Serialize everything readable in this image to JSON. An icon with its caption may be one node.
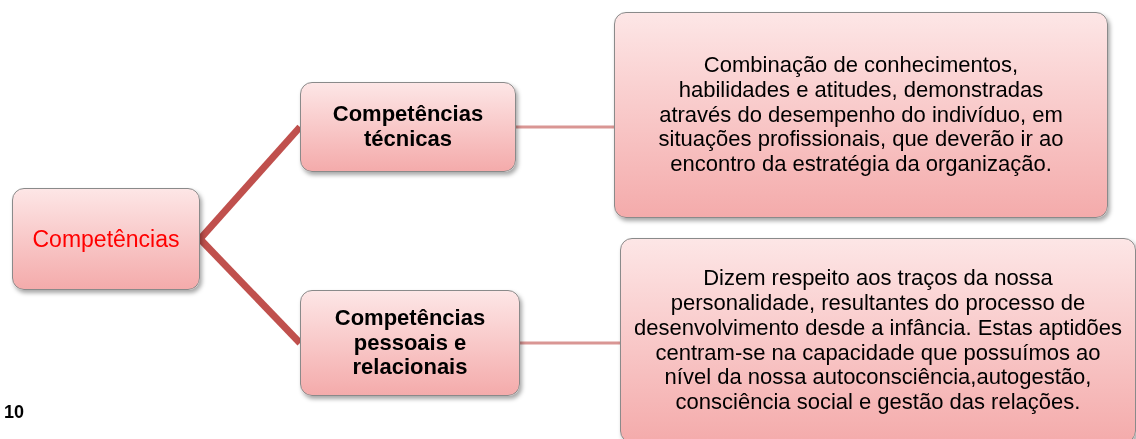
{
  "diagram": {
    "nodes": [
      {
        "text": [
          "Competências"
        ]
      },
      {
        "text": [
          "Competências técnicas"
        ]
      },
      {
        "text": [
          "Combinação de conhecimentos, habilidades e atitudes, demonstradas através do desempenho do indivíduo, em situações profissionais, que deverão ir ao encontro da estratégia da organização."
        ]
      },
      {
        "text": [
          "Competências pessoais e relacionais"
        ]
      },
      {
        "text": [
          "Dizem respeito aos traços da nossa personalidade, resultantes do processo de desenvolvimento desde a infância. Estas aptidões centram-se na capacidade que possuímos ao nível da nossa autoconsciência,autogestão, consciência social e gestão das relações."
        ]
      }
    ],
    "edges": [
      {
        "from": 0,
        "to": 1,
        "arrow": "none",
        "style": "thick"
      },
      {
        "from": 0,
        "to": 3,
        "arrow": "none",
        "style": "thick"
      },
      {
        "from": 1,
        "to": 2,
        "arrow": "none",
        "color": "#d99694"
      },
      {
        "from": 3,
        "to": 4,
        "arrow": "none",
        "color": "#d99694"
      }
    ],
    "labels": [
      "10"
    ]
  }
}
